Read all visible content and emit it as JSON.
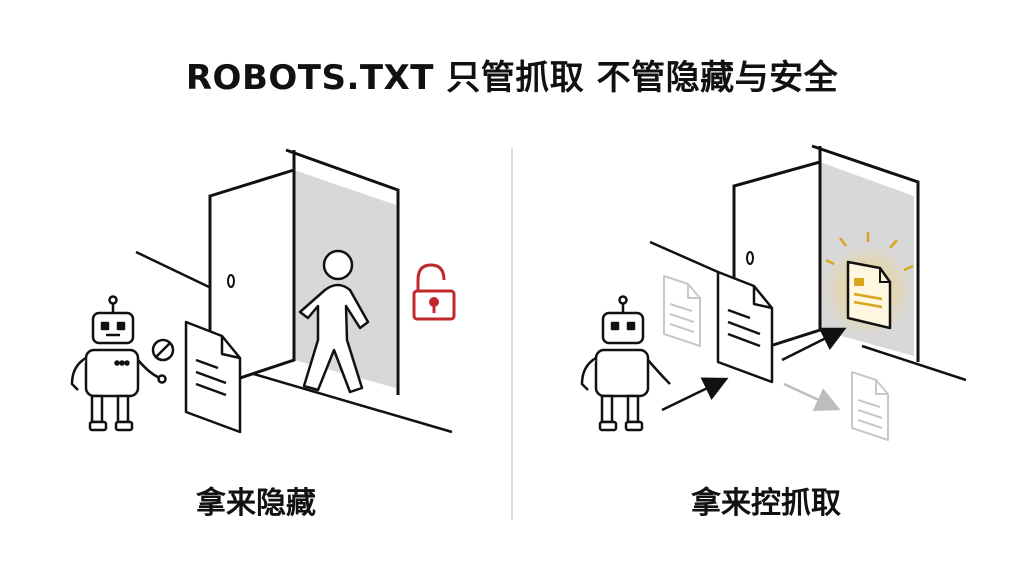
{
  "title": "ROBOTS.TXT 只管抓取 不管隐藏与安全",
  "panels": [
    {
      "caption": "拿来隐藏"
    },
    {
      "caption": "拿来控抓取"
    }
  ],
  "colors": {
    "ink": "#111111",
    "shade": "#d8d8d8",
    "lock": "#c0282d",
    "glow": "#d9a520",
    "faded": "#c8c8c8"
  },
  "icons": [
    "robot-icon",
    "no-entry-icon",
    "document-icon",
    "door-icon",
    "walking-person-icon",
    "unlocked-padlock-icon",
    "arrow-icon",
    "glowing-document-icon"
  ]
}
